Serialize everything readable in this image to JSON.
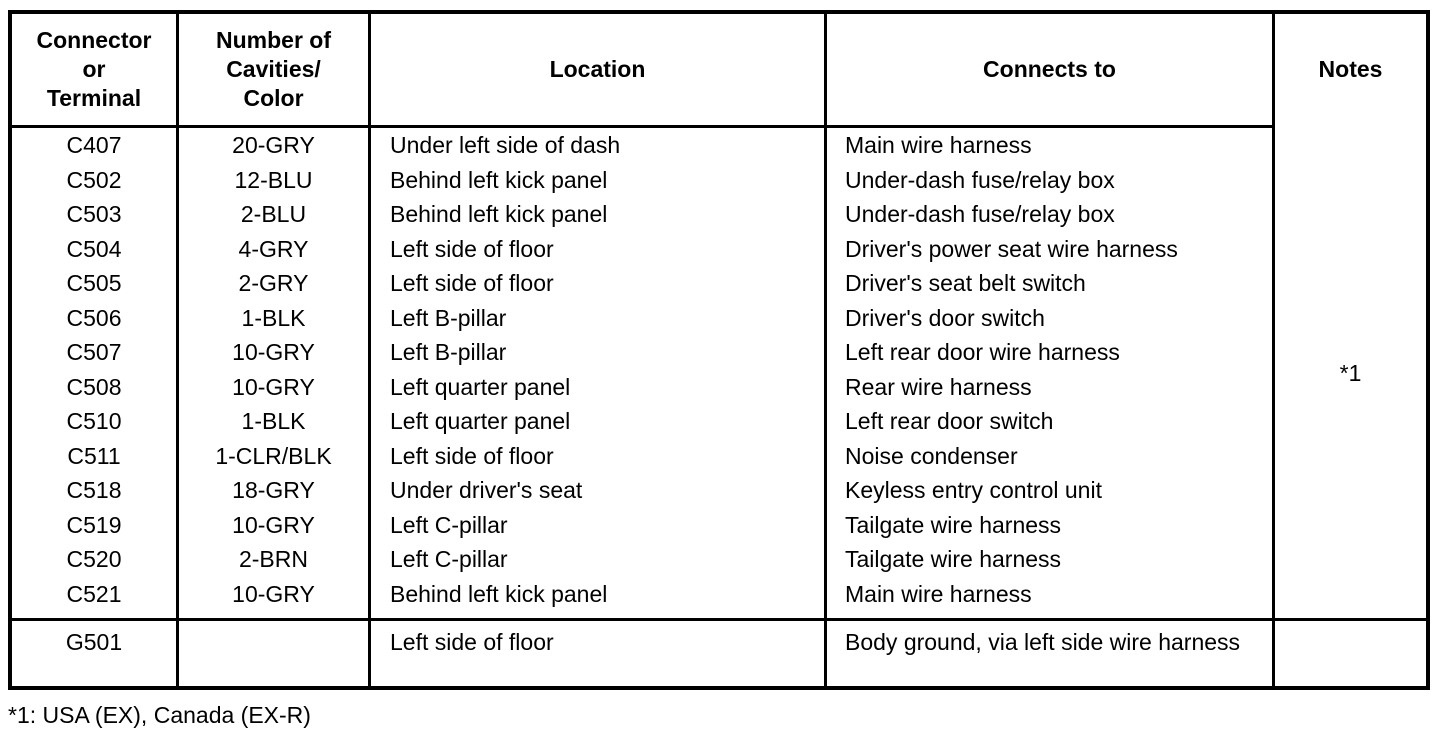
{
  "table": {
    "headers": [
      "Connector\nor\nTerminal",
      "Number of\nCavities/\nColor",
      "Location",
      "Connects to",
      "Notes"
    ],
    "headers_lines": {
      "col1": [
        "Connector",
        "or",
        "Terminal"
      ],
      "col2": [
        "Number of",
        "Cavities/",
        "Color"
      ],
      "col3": [
        "Location"
      ],
      "col4": [
        "Connects to"
      ],
      "col5": [
        "Notes"
      ]
    },
    "connector_rows": [
      {
        "terminal": "C407",
        "cavities_color": "20-GRY",
        "location": "Under left side of dash",
        "connects_to": "Main wire harness"
      },
      {
        "terminal": "C502",
        "cavities_color": "12-BLU",
        "location": "Behind left kick panel",
        "connects_to": "Under-dash fuse/relay box"
      },
      {
        "terminal": "C503",
        "cavities_color": "2-BLU",
        "location": "Behind left kick panel",
        "connects_to": "Under-dash fuse/relay box"
      },
      {
        "terminal": "C504",
        "cavities_color": "4-GRY",
        "location": "Left side of floor",
        "connects_to": "Driver's power seat wire harness"
      },
      {
        "terminal": "C505",
        "cavities_color": "2-GRY",
        "location": "Left side of floor",
        "connects_to": "Driver's seat belt switch"
      },
      {
        "terminal": "C506",
        "cavities_color": "1-BLK",
        "location": "Left B-pillar",
        "connects_to": "Driver's door switch"
      },
      {
        "terminal": "C507",
        "cavities_color": "10-GRY",
        "location": "Left B-pillar",
        "connects_to": "Left rear door wire harness"
      },
      {
        "terminal": "C508",
        "cavities_color": "10-GRY",
        "location": "Left quarter panel",
        "connects_to": "Rear wire harness"
      },
      {
        "terminal": "C510",
        "cavities_color": "1-BLK",
        "location": "Left quarter panel",
        "connects_to": "Left rear door switch"
      },
      {
        "terminal": "C511",
        "cavities_color": "1-CLR/BLK",
        "location": "Left side of floor",
        "connects_to": "Noise condenser"
      },
      {
        "terminal": "C518",
        "cavities_color": "18-GRY",
        "location": "Under driver's seat",
        "connects_to": "Keyless entry control unit"
      },
      {
        "terminal": "C519",
        "cavities_color": "10-GRY",
        "location": "Left C-pillar",
        "connects_to": "Tailgate wire harness"
      },
      {
        "terminal": "C520",
        "cavities_color": "2-BRN",
        "location": "Left C-pillar",
        "connects_to": "Tailgate wire harness"
      },
      {
        "terminal": "C521",
        "cavities_color": "10-GRY",
        "location": "Behind left kick panel",
        "connects_to": "Main wire harness"
      }
    ],
    "connector_block_note": "*1",
    "ground_row": {
      "terminal": "G501",
      "cavities_color": "",
      "location": "Left side of floor",
      "connects_to": "Body ground, via left side wire harness",
      "notes": ""
    }
  },
  "footnote": "*1: USA (EX), Canada (EX-R)",
  "colors": {
    "ink": "#000000",
    "paper": "#ffffff"
  }
}
